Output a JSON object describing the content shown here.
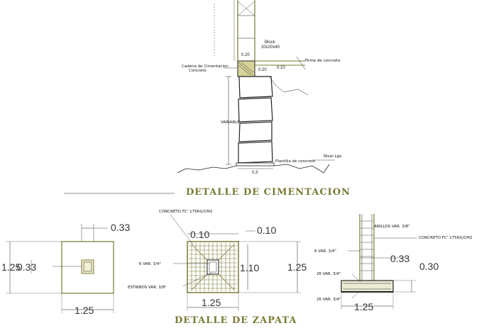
{
  "colors": {
    "line": "#7a7a36",
    "ink": "#222222"
  },
  "cimentacion": {
    "title": "DETALLE DE CIMENTACION",
    "block_label": "Block",
    "block_size": "20x20x40",
    "dim_020_top": "0.20",
    "cadena_label_1": "Cadena de Cimentación",
    "cadena_label_2": "Concreto",
    "dim_020_mid": "0.20",
    "dim_010": "0.10",
    "firme_label": "Firme de concreto",
    "variable_label": "VARIABLE",
    "plantilla_label": "Plantilla de concreto",
    "nivel_label": "Nivel Lgo",
    "dim_03": "0.3"
  },
  "zapata": {
    "title": "DETALLE DE ZAPATA",
    "concreto_label": "CONCRETO FC' 175KG/CM2",
    "concreto_label_2": "CONCRETO FC' 175KG/CM2",
    "anillos_label": "ANILLOS VAR. 3/8\"",
    "var_label_1": "6 VAR. 3/4\"",
    "var_label_2": "6 VAR. 3/4\"",
    "estribos_label": "ESTRIBOS VAR. 3/8\"",
    "var_label_3": "26 VAR. 3/4\"",
    "var_label_4": "26 VAR. 3/4\"",
    "left_dim_top": "0.33",
    "left_dim_inner": "0.33",
    "left_dim_height": "1.25",
    "left_dim_bottom": "1.25",
    "mid_dim_010_a": "0.10",
    "mid_dim_010_b": "0.10",
    "mid_dim_110": "1.10",
    "mid_dim_125_right": "1.25",
    "mid_dim_125_bottom": "1.25",
    "right_dim_033": "0.33",
    "right_dim_030": "0.30",
    "right_dim_125": "1.25"
  }
}
